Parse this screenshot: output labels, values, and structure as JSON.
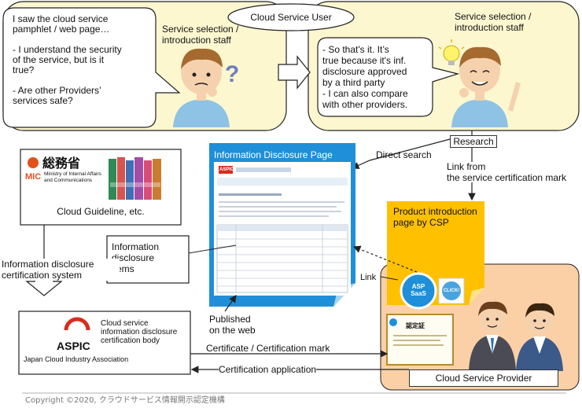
{
  "cloud_user": {
    "title": "Cloud Service User",
    "bubble_left": "I saw the cloud service\npamphlet / web page…\n\n-  I understand the security\n   of the service, but is it\n   true?\n\n-  Are other Providers’\n   services safe?",
    "staff_left": "Service selection /\nintroduction staff",
    "staff_right": "Service selection /\nintroduction staff",
    "bubble_right": "- So that's it. It’s\n  true because it's inf.\n  disclosure approved\n  by a third party\n- I can also compare\n  with other providers.",
    "research_label": "Research"
  },
  "mic": {
    "kanji": "総務省",
    "english": "Ministry of Internal Affairs\nand Communications",
    "logo_text": "MIC",
    "caption": "Cloud Guideline, etc."
  },
  "disclosure_page": {
    "title": "Information Disclosure Page",
    "mini_header": "ASPIC"
  },
  "labels": {
    "direct_search": "Direct search",
    "link_from_mark": "Link from\nthe service certification mark",
    "info_items": "Information\ndisclosure\nitems",
    "cert_system": "Information disclosure\ncertification system",
    "published": "Published\non the web",
    "link": "Link",
    "certificate": "Certificate / Certification mark",
    "application": "Certification application"
  },
  "csp_page": {
    "title": "Product introduction\npage by CSP",
    "saas_badge": "ASP\nSaaS",
    "click_badge": "CLICK!"
  },
  "aspic": {
    "logo_text": "ASPIC",
    "role": "Cloud service\ninformation disclosure\ncertification body",
    "name": "Japan Cloud Industry Association"
  },
  "provider": {
    "label": "Cloud Service Provider",
    "cert_heading": "認定証"
  },
  "footer": {
    "copyright": "Copyright ©2020, クラウドサービス情報開示認定機構"
  },
  "colors": {
    "user_panel": "#fdf7d0",
    "csp_yellow": "#ffc000",
    "disclosure_blue": "#1e8fd8",
    "provider_peach": "#fbd0a6"
  }
}
